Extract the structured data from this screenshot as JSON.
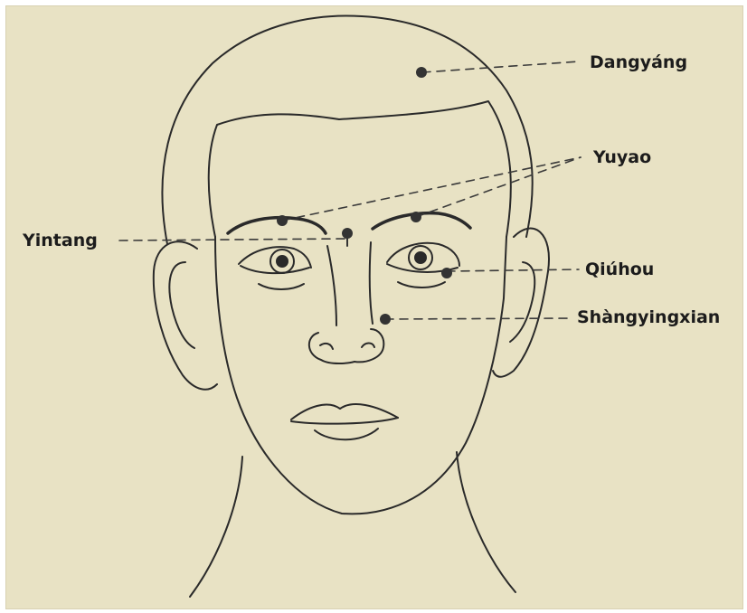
{
  "figure": {
    "background_color": "#e8e2c4",
    "line_color": "#2a2a2a",
    "point_color": "#333333"
  },
  "points": [
    {
      "id": "dangyang",
      "label": "Dangyáng"
    },
    {
      "id": "yuyao",
      "label": "Yuyao"
    },
    {
      "id": "yintang",
      "label": "Yintang"
    },
    {
      "id": "qiuhou",
      "label": "Qiúhou"
    },
    {
      "id": "shangyingxian",
      "label": "Shàngyingxian"
    }
  ]
}
